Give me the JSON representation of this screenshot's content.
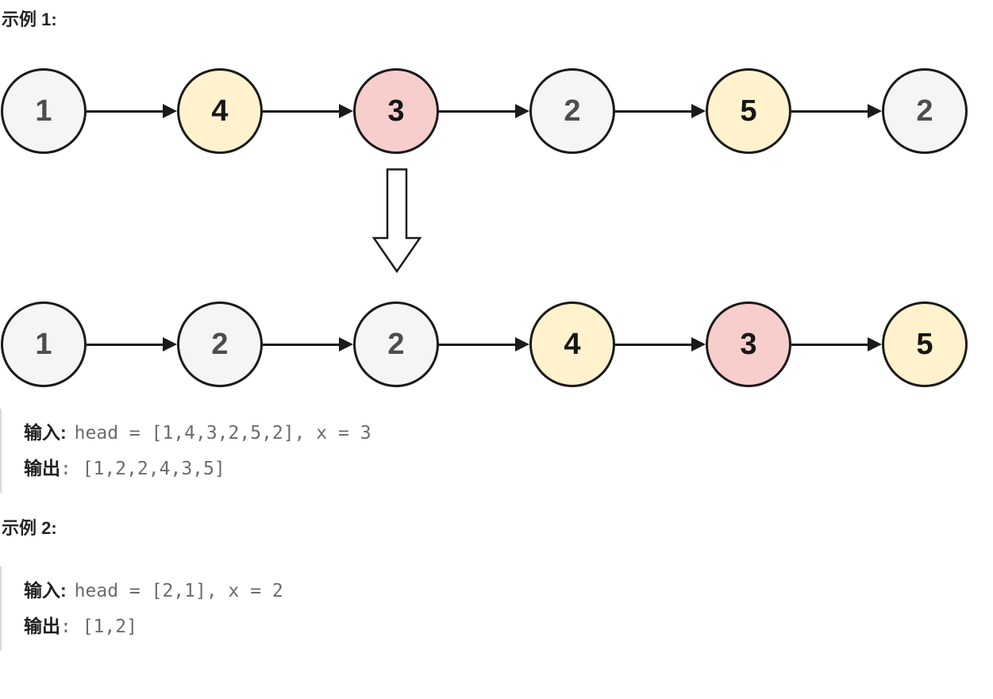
{
  "colors": {
    "node_gray_fill": "#f5f5f5",
    "node_yellow_fill": "#fff2cc",
    "node_pink_fill": "#f8cecc",
    "node_border": "#1a1a1a",
    "arrow": "#1a1a1a",
    "heading_text": "#262626",
    "label_text": "#1f1f1f",
    "code_text": "#6c6c6c",
    "pre_left_border": "#d9d9d9"
  },
  "example1": {
    "heading": "示例 1:",
    "diagram": {
      "before_nodes": [
        {
          "value": "1",
          "fill": "gray"
        },
        {
          "value": "4",
          "fill": "yellow"
        },
        {
          "value": "3",
          "fill": "pink"
        },
        {
          "value": "2",
          "fill": "gray"
        },
        {
          "value": "5",
          "fill": "yellow"
        },
        {
          "value": "2",
          "fill": "gray"
        }
      ],
      "transform_icon": "down-arrow",
      "after_nodes": [
        {
          "value": "1",
          "fill": "gray"
        },
        {
          "value": "2",
          "fill": "gray"
        },
        {
          "value": "2",
          "fill": "gray"
        },
        {
          "value": "4",
          "fill": "yellow"
        },
        {
          "value": "3",
          "fill": "pink"
        },
        {
          "value": "5",
          "fill": "yellow"
        }
      ]
    },
    "io": {
      "input_label": "输入:",
      "input_value": "head = [1,4,3,2,5,2], x = 3",
      "output_label": "输出",
      "output_value": ": [1,2,2,4,3,5]"
    }
  },
  "example2": {
    "heading": "示例 2:",
    "io": {
      "input_label": "输入:",
      "input_value": "head = [2,1], x = 2",
      "output_label": "输出",
      "output_value": ": [1,2]"
    }
  }
}
